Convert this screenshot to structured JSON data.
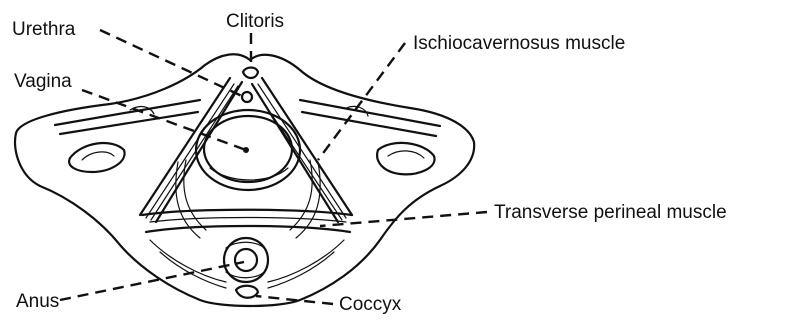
{
  "labels": {
    "urethra": "Urethra",
    "clitoris": "Clitoris",
    "ischiocavernosus": "Ischiocavernosus muscle",
    "vagina": "Vagina",
    "transverse_perineal": "Transverse perineal muscle",
    "anus": "Anus",
    "coccyx": "Coccyx"
  }
}
